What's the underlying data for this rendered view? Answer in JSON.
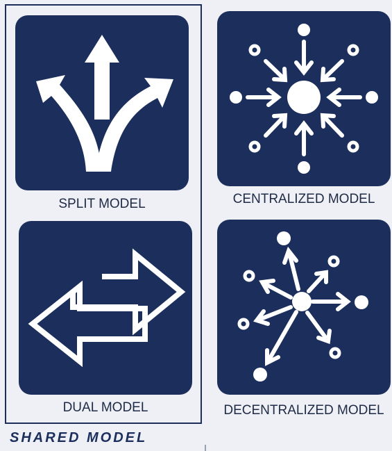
{
  "colors": {
    "tile": "#1b2e5c",
    "icon": "#ffffff",
    "text": "#1f2a44",
    "background": "#eef0f5"
  },
  "tiles": [
    {
      "icon": "split-arrows-icon",
      "caption": "SPLIT MODEL"
    },
    {
      "icon": "centralized-network-icon",
      "caption": "CENTRALIZED MODEL"
    },
    {
      "icon": "dual-arrows-icon",
      "caption": "DUAL MODEL"
    },
    {
      "icon": "decentralized-network-icon",
      "caption": "DECENTRALIZED MODEL"
    }
  ],
  "group": {
    "label": "SHARED MODEL"
  }
}
